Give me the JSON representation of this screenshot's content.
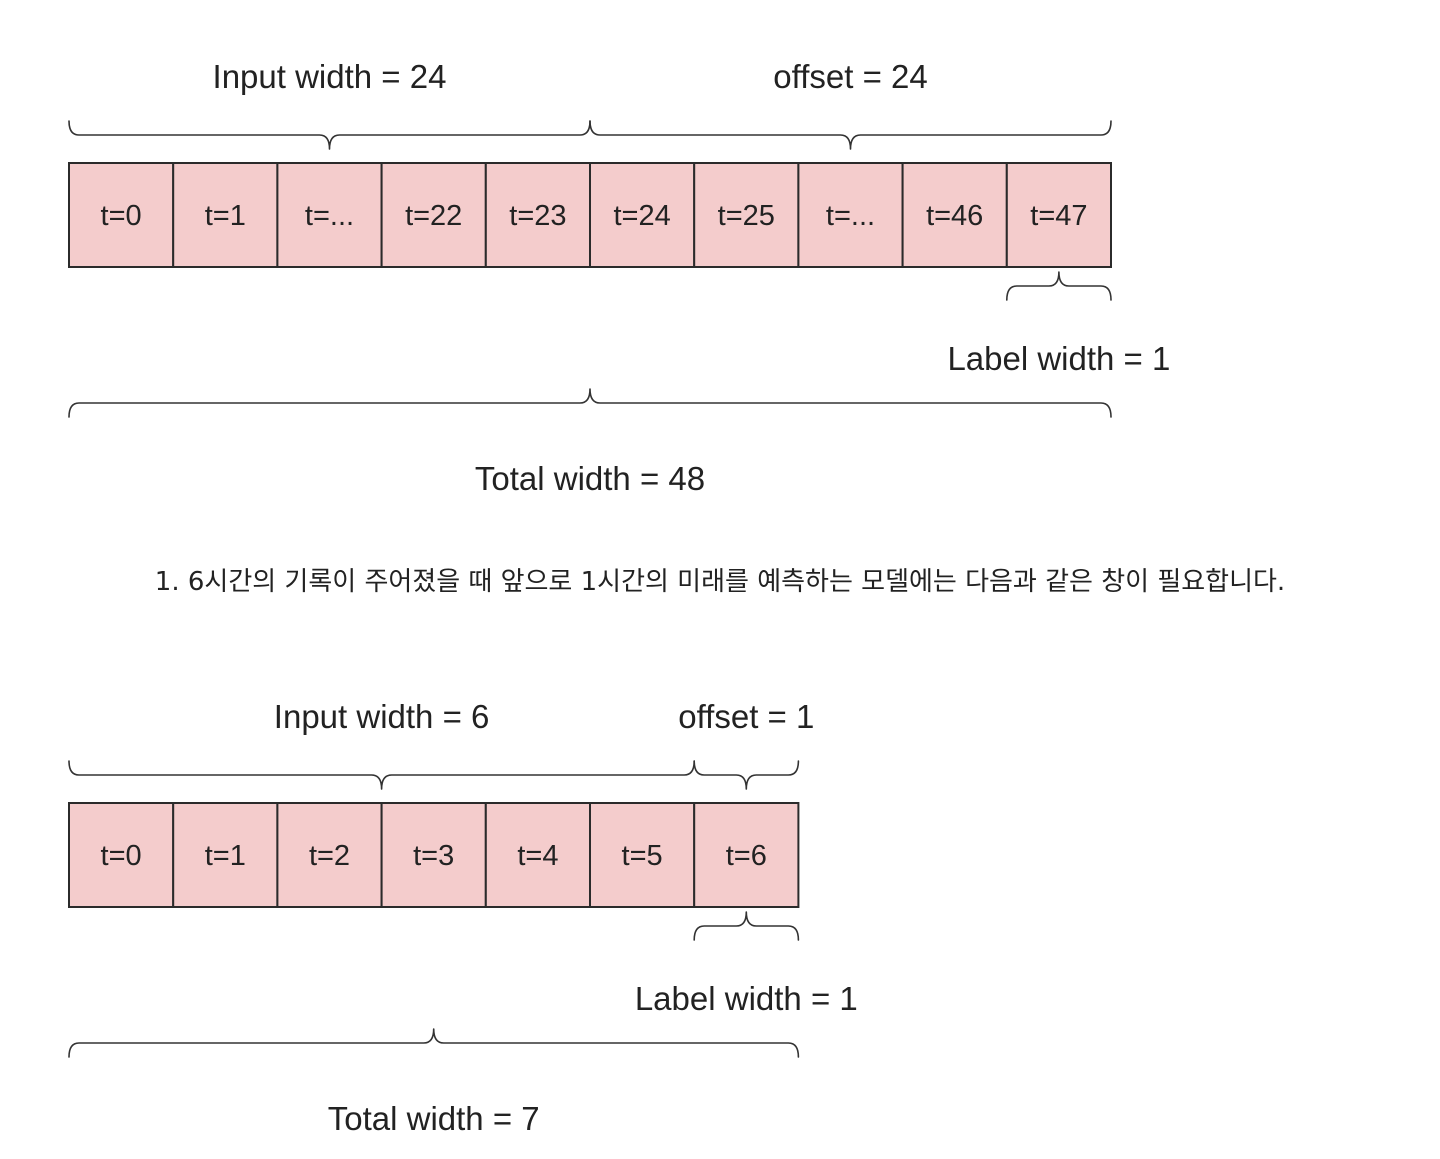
{
  "colors": {
    "cell_fill": "#f4cccc",
    "cell_border": "#2b2b2b",
    "brace": "#333333",
    "text": "#222222"
  },
  "diagrams": [
    {
      "cells": [
        "t=0",
        "t=1",
        "t=...",
        "t=22",
        "t=23",
        "t=24",
        "t=25",
        "t=...",
        "t=46",
        "t=47"
      ],
      "input_label": "Input width = 24",
      "offset_label": "offset = 24",
      "label_label": "Label width = 1",
      "total_label": "Total width = 48",
      "input_span": [
        0,
        5
      ],
      "offset_span": [
        5,
        10
      ],
      "label_span": [
        9,
        10
      ],
      "total_span": [
        0,
        10
      ]
    },
    {
      "cells": [
        "t=0",
        "t=1",
        "t=2",
        "t=3",
        "t=4",
        "t=5",
        "t=6"
      ],
      "input_label": "Input width = 6",
      "offset_label": "offset = 1",
      "label_label": "Label width = 1",
      "total_label": "Total width = 7",
      "input_span": [
        0,
        6
      ],
      "offset_span": [
        6,
        7
      ],
      "label_span": [
        6,
        7
      ],
      "total_span": [
        0,
        7
      ]
    }
  ],
  "caption": "1. 6시간의 기록이 주어졌을 때 앞으로 1시간의 미래를 예측하는 모델에는 다음과 같은 창이 필요합니다."
}
